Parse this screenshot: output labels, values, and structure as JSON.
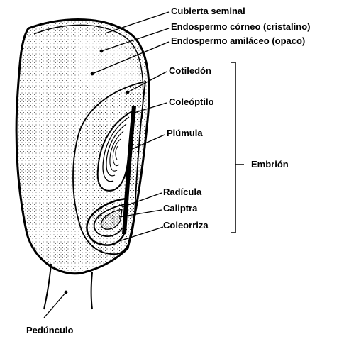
{
  "labels": {
    "cubierta_seminal": "Cubierta seminal",
    "endospermo_corneo": "Endospermo córneo (cristalino)",
    "endospermo_amilaceo": "Endospermo amiláceo (opaco)",
    "cotiledon": "Cotiledón",
    "coleoptilo": "Coleóptilo",
    "plumula": "Plúmula",
    "radicula": "Radícula",
    "caliptra": "Caliptra",
    "coleorriza": "Coleorriza",
    "embrion": "Embrión",
    "pedunculo": "Pedúnculo"
  },
  "colors": {
    "ink": "#000000",
    "paper": "#ffffff"
  }
}
